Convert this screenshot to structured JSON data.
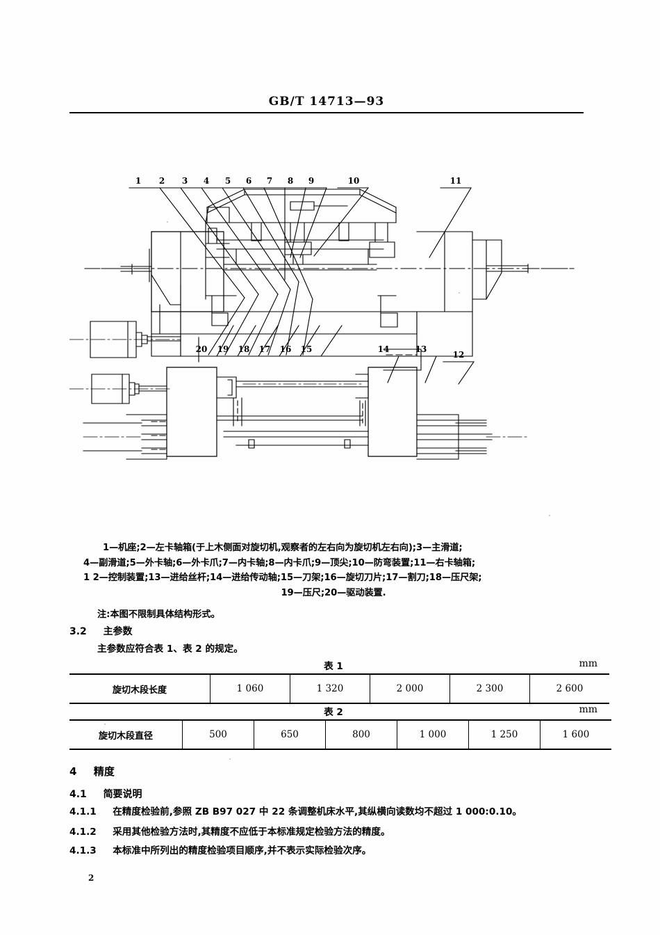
{
  "header": {
    "standard_code": "GB/T 14713—93"
  },
  "figure": {
    "top_callouts": [
      "1",
      "2",
      "3",
      "4",
      "5",
      "6",
      "7",
      "8",
      "9",
      "10",
      "11"
    ],
    "mid_callouts_left": [
      "20",
      "19",
      "18",
      "17",
      "16",
      "15"
    ],
    "mid_callouts_right": [
      "14",
      "13",
      "12"
    ]
  },
  "legend": {
    "line1": "1—机座;2—左卡轴箱(于上木侧面对旋切机,观察者的左右向为旋切机左右向);3—主滑道;",
    "line2": "4—副滑道;5—外卡轴;6—外卡爪;7—内卡轴;8—内卡爪;9—顶尖;10—防弯装置;11—右卡轴箱;",
    "line3": "1 2—控制装置;13—进给丝杆;14—进给传动轴;15—刀架;16—旋切刀片;17—割刀;18—压尺架;",
    "line4": "19—压尺;20—驱动装置.",
    "note": "注:本图不限制具体结构形式。"
  },
  "sections": {
    "s32_num": "3.2",
    "s32_title": "主参数",
    "s32_body": "主参数应符合表 1、表 2 的规定。",
    "s4_num": "4",
    "s4_title": "精度",
    "s41_num": "4.1",
    "s41_title": "简要说明",
    "s411_num": "4.1.1",
    "s411_text": "在精度检验前,参照 ZB B97 027 中 22 条调整机床水平,其纵横向读数均不超过 1 000:0.10。",
    "s412_num": "4.1.2",
    "s412_text": "采用其他检验方法时,其精度不应低于本标准规定检验方法的精度。",
    "s413_num": "4.1.3",
    "s413_text": "本标准中所列出的精度检验项目顺序,并不表示实际检验次序。"
  },
  "table1": {
    "caption": "表 1",
    "unit": "mm",
    "row_label": "旋切木段长度",
    "values": [
      "1 060",
      "1 320",
      "2 000",
      "2 300",
      "2 600"
    ]
  },
  "table2": {
    "caption": "表 2",
    "unit": "mm",
    "row_label": "旋切木段直径",
    "values": [
      "500",
      "650",
      "800",
      "1 000",
      "1 250",
      "1 600"
    ]
  },
  "footer": {
    "page_number": "2"
  },
  "colors": {
    "ink": "#000000",
    "paper": "#fefefe"
  }
}
